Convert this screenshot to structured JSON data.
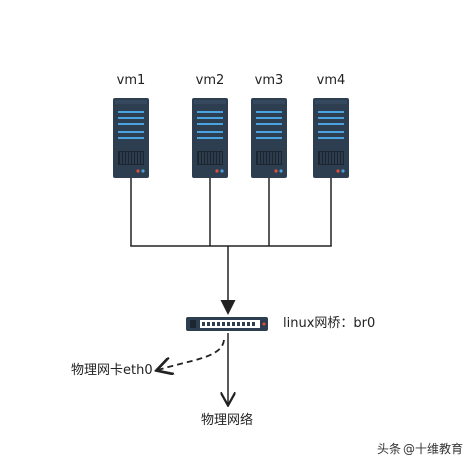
{
  "vms": [
    {
      "label": "vm1"
    },
    {
      "label": "vm2"
    },
    {
      "label": "vm3"
    },
    {
      "label": "vm4"
    }
  ],
  "bridge": {
    "label": "linux网桥：br0"
  },
  "nic": {
    "label": "物理网卡eth0"
  },
  "network": {
    "label": "物理网络"
  },
  "watermark": {
    "prefix": "头条",
    "text": "@十维教育"
  },
  "colors": {
    "server_body": "#2c3e50",
    "server_led": "#4aa3df",
    "switch_body": "#2c3e50",
    "line": "#222222"
  },
  "icons": [
    "server-icon",
    "switch-icon"
  ]
}
